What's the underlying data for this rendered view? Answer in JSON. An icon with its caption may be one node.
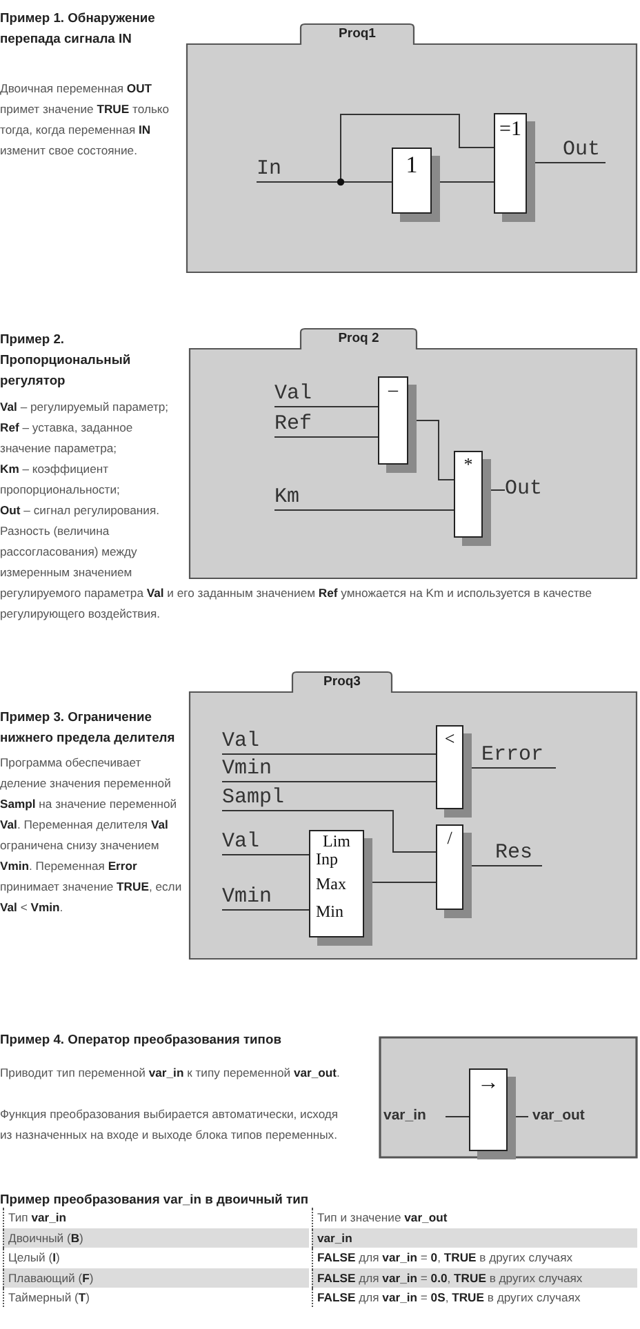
{
  "diagram": {
    "nodes": [
      {
        "text": [
          "Proq1"
        ]
      },
      {
        "text": [
          "1"
        ],
        "in": 0
      },
      {
        "text": [
          "=1"
        ],
        "in": 0
      },
      {
        "text": [
          "In"
        ],
        "in": 0
      },
      {
        "text": [
          "Out"
        ],
        "in": 0
      },
      {
        "text": [
          "Proq 2"
        ]
      },
      {
        "text": [
          "–"
        ],
        "in": 5
      },
      {
        "text": [
          "*"
        ],
        "in": 5
      },
      {
        "text": [
          "Val"
        ],
        "in": 5
      },
      {
        "text": [
          "Ref"
        ],
        "in": 5
      },
      {
        "text": [
          "Km"
        ],
        "in": 5
      },
      {
        "text": [
          "Out"
        ],
        "in": 5
      },
      {
        "text": [
          "Proq3"
        ]
      },
      {
        "text": [
          "<"
        ],
        "in": 12
      },
      {
        "text": [
          "/"
        ],
        "in": 12
      },
      {
        "text": [
          "Lim",
          "Inp",
          "Max",
          "Min"
        ],
        "in": 12
      },
      {
        "text": [
          "Val"
        ],
        "in": 12
      },
      {
        "text": [
          "Vmin"
        ],
        "in": 12
      },
      {
        "text": [
          "Sampl"
        ],
        "in": 12
      },
      {
        "text": [
          "Val"
        ],
        "in": 12
      },
      {
        "text": [
          "Vmin"
        ],
        "in": 12
      },
      {
        "text": [
          "Error"
        ],
        "in": 12
      },
      {
        "text": [
          "Res"
        ],
        "in": 12
      },
      {
        "text": [],
        "shape": "box"
      },
      {
        "text": [
          "→"
        ],
        "in": 23
      },
      {
        "text": [
          "var_in"
        ],
        "in": 23
      },
      {
        "text": [
          "var_out"
        ],
        "in": 23
      }
    ],
    "edges": [
      {
        "from": 3,
        "to": 1,
        "arrow": "none"
      },
      {
        "from": 3,
        "to": 2,
        "arrow": "none"
      },
      {
        "from": 1,
        "to": 2,
        "arrow": "none"
      },
      {
        "from": 2,
        "to": 4,
        "arrow": "none"
      },
      {
        "from": 8,
        "to": 6,
        "arrow": "none"
      },
      {
        "from": 9,
        "to": 6,
        "arrow": "none"
      },
      {
        "from": 6,
        "to": 7,
        "arrow": "none"
      },
      {
        "from": 10,
        "to": 7,
        "arrow": "none"
      },
      {
        "from": 7,
        "to": 11,
        "arrow": "none"
      },
      {
        "from": 16,
        "to": 13,
        "arrow": "none"
      },
      {
        "from": 17,
        "to": 13,
        "arrow": "none"
      },
      {
        "from": 18,
        "to": 14,
        "arrow": "none"
      },
      {
        "from": 19,
        "to": 15,
        "arrow": "none"
      },
      {
        "from": 20,
        "to": 15,
        "arrow": "none"
      },
      {
        "from": 15,
        "to": 14,
        "arrow": "none"
      },
      {
        "from": 13,
        "to": 21,
        "arrow": "none"
      },
      {
        "from": 14,
        "to": 22,
        "arrow": "none"
      },
      {
        "from": 25,
        "to": 24,
        "arrow": "none"
      },
      {
        "from": 24,
        "to": 26,
        "arrow": "none"
      }
    ],
    "labels": [
      "Пример 1. Обнаружение перепада сигнала IN",
      "Двоичная переменная **OUT** примет значение **TRUE** только тогда, когда переменная **IN** изменит свое состояние.",
      "Пример 2. Пропорциональный регулятор",
      "**Val** – регулируемый параметр;",
      "**Ref** – уставка, заданное значение параметра;",
      "**Km** – коэффициент пропорциональности;",
      "**Out** – сигнал регулирования.",
      "Разность (величина рассогласования) между измеренным значением регулируемого параметра **Val** и его заданным значением **Ref** умножается на Km и используется в качестве регулирующего воздействия.",
      "Пример 3. Ограничение нижнего предела делителя",
      "Программа обеспечивает деление значения переменной **Sampl** на значение переменной **Val**. Переменная делителя **Val** ограничена снизу значением **Vmin**. Переменная **Error** принимает значение **TRUE**, если **Val** < **Vmin**.",
      "Пример 4. Оператор преобразования типов",
      "Приводит тип переменной **var_in** к типу переменной **var_out**.",
      "Функция преобразования выбирается автоматически, исходя из назначенных на входе и выходе блока типов переменных.",
      "Пример преобразования var_in в двоичный тип",
      "Тип **var_in**",
      "Тип и значение **var_out**",
      "Двоичный (**B**)",
      "**var_in**",
      "Целый (**I**)",
      "**FALSE** для **var_in** = **0**, **TRUE** в других случаях",
      "Плавающий (**F**)",
      "**FALSE** для **var_in** = **0.0**, **TRUE** в других случаях",
      "Таймерный (**T**)",
      "**FALSE** для **var_in** = **0S**, **TRUE** в других случаях"
    ]
  }
}
